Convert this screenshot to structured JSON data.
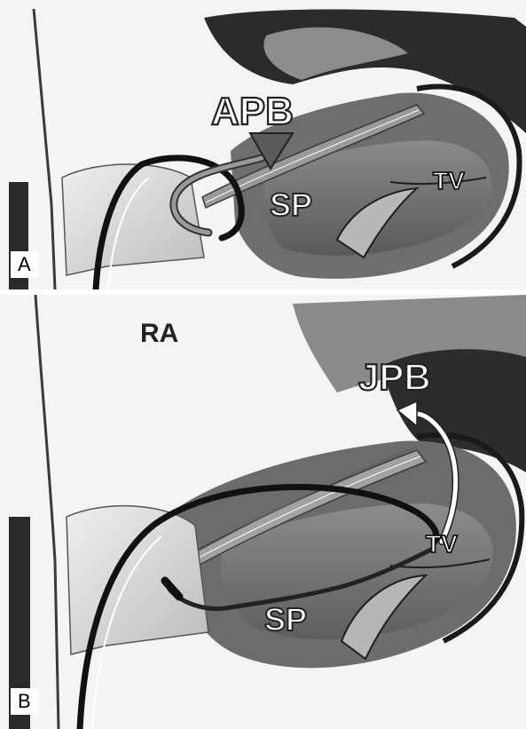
{
  "panel_a": {
    "letter": "A",
    "labels": {
      "pathway": "APB",
      "structure": "SP",
      "valve": "TV"
    }
  },
  "panel_b": {
    "letter": "B",
    "labels": {
      "chamber": "RA",
      "pathway": "JPB",
      "structure": "SP",
      "valve": "TV"
    }
  },
  "colors": {
    "background": "#ffffff",
    "tissue_dark": "#1a1a1a",
    "tissue_mid": "#7a7a7a",
    "tissue_light": "#d2d2d2",
    "catheter": "#111111",
    "label_fill": "#ffffff",
    "label_outline": "#222222"
  }
}
